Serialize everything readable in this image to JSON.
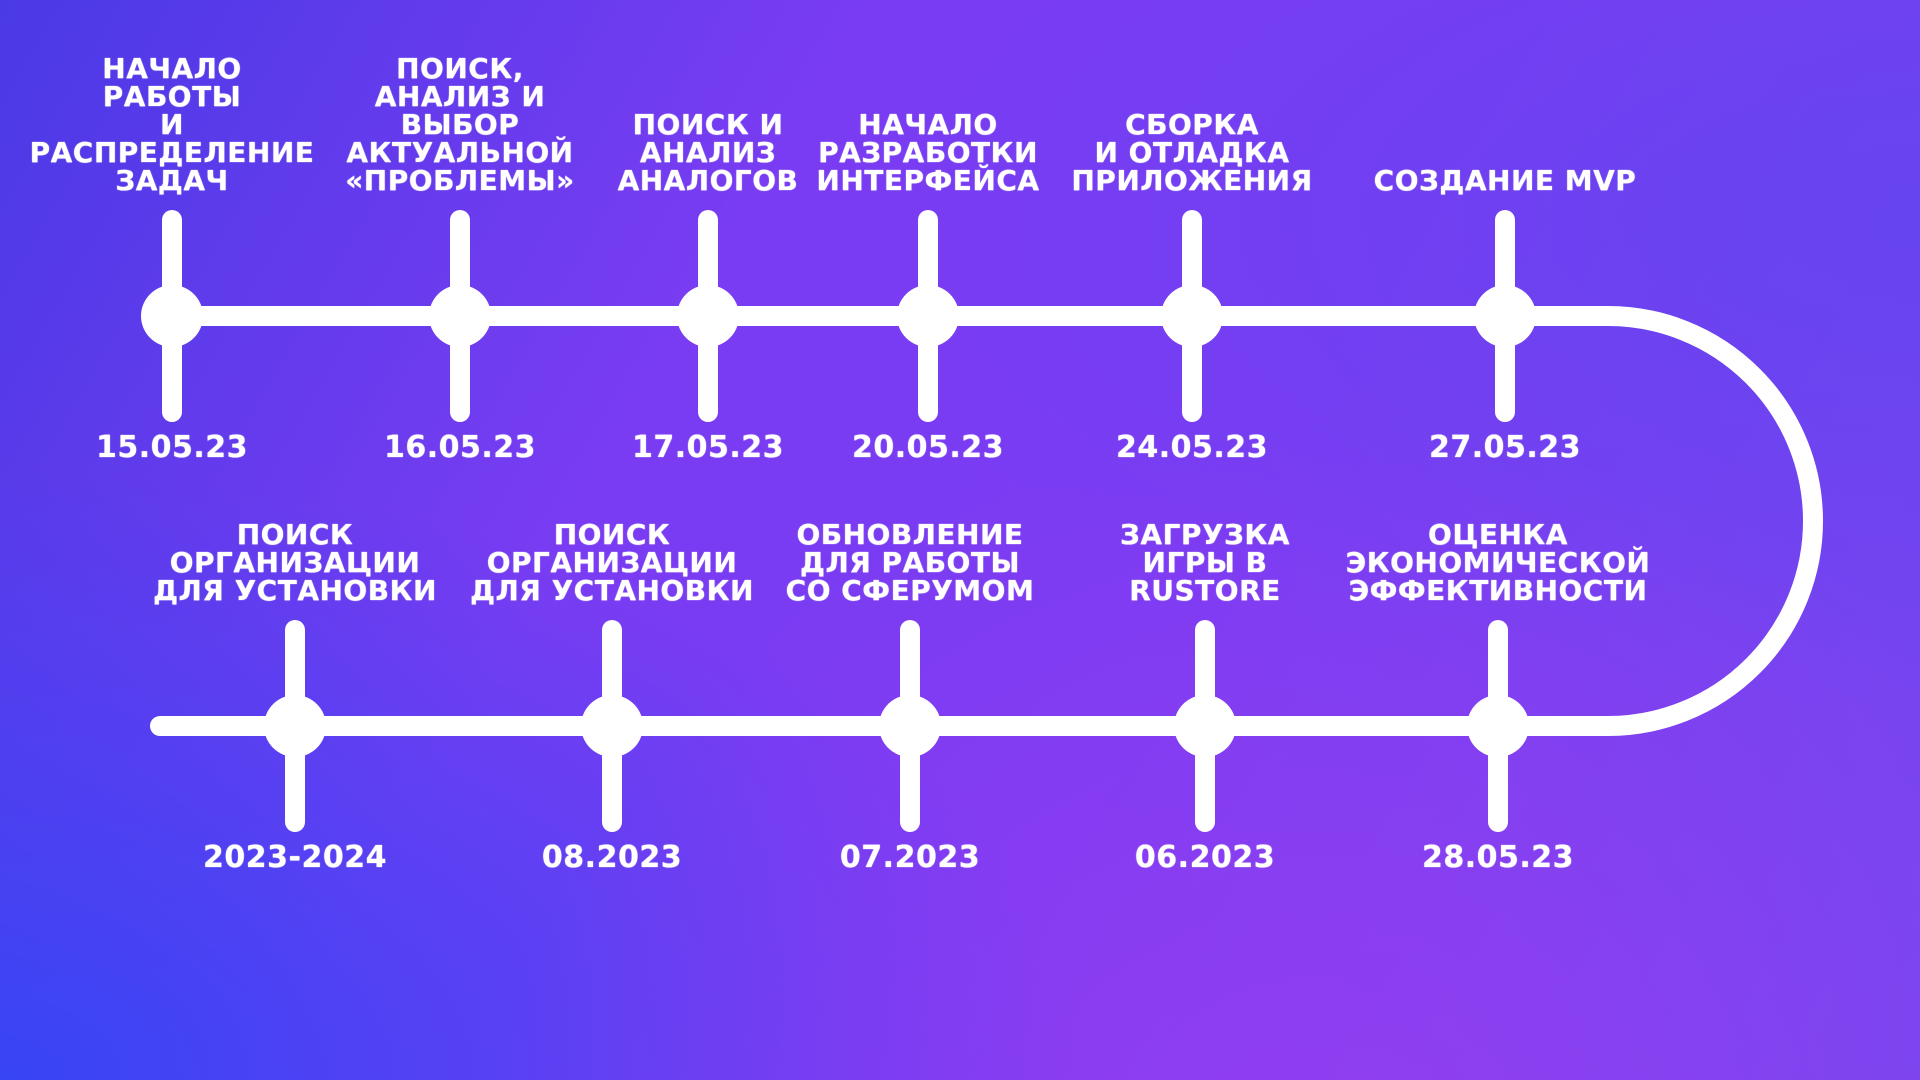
{
  "timeline": {
    "top_row": [
      {
        "title": "Начало\nработы\nи\nраспределение\nзадач",
        "date": "15.05.23"
      },
      {
        "title": "Поиск,\nанализ и\nвыбор\nактуальной\n«проблемы»",
        "date": "16.05.23"
      },
      {
        "title": "Поиск и\nанализ\nаналогов",
        "date": "17.05.23"
      },
      {
        "title": "Начало\nразработки\nинтерфейса",
        "date": "20.05.23"
      },
      {
        "title": "Сборка\nи отладка\nприложения",
        "date": "24.05.23"
      },
      {
        "title": "Создание MVP",
        "date": "27.05.23"
      }
    ],
    "bottom_row": [
      {
        "title": "Поиск\nорганизации\nдля установки",
        "date": "2023-2024"
      },
      {
        "title": "Поиск\nорганизации\nдля установки",
        "date": "08.2023"
      },
      {
        "title": "Обновление\nдля работы\nсо Сферумом",
        "date": "07.2023"
      },
      {
        "title": "Загрузка\nигры в\nRuStore",
        "date": "06.2023"
      },
      {
        "title": "Оценка\nэкономической\nэффективности",
        "date": "28.05.23"
      }
    ]
  }
}
